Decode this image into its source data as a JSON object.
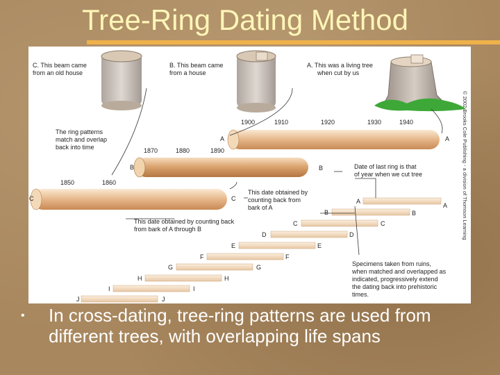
{
  "slide": {
    "title": "Tree-Ring Dating Method",
    "bullet": "In cross-dating, tree-ring patterns are used from different trees, with overlapping life spans"
  },
  "colors": {
    "title_text": "#fff6b8",
    "title_rule": "#efb24a",
    "log_light": "#f3d9b8",
    "log_dark": "#c98a55",
    "grass": "#3da838"
  },
  "figure": {
    "captions": {
      "c_line1": "C. This beam came",
      "c_line2": "from an old house",
      "b_line1": "B. This beam came",
      "b_line2": "from a house",
      "a_line1": "A. This was a living tree",
      "a_line2": "when cut by us",
      "match_line1": "The ring patterns",
      "match_line2": "match and overlap",
      "match_line3": "back into time",
      "last_ring_line1": "Date of last ring is that",
      "last_ring_line2": "of year when we cut tree",
      "count_a_line1": "This date obtained by",
      "count_a_line2": "counting back from",
      "count_a_line3": "bark of A",
      "count_ab_line1": "This date obtained by counting back",
      "count_ab_line2": "from bark of A through B",
      "specimens_line1": "Specimens taken from ruins,",
      "specimens_line2": "when matched and overlapped as",
      "specimens_line3": "indicated, progressively extend",
      "specimens_line4": "the dating back into prehistoric",
      "specimens_line5": "times.",
      "copyright": "© 2002 Brooks Cole Publishing - a division of Thomson Learning"
    },
    "years": {
      "a": [
        "1900",
        "1910",
        "1920",
        "1930",
        "1940"
      ],
      "b": [
        "1870",
        "1880",
        "1890"
      ],
      "c": [
        "1850",
        "1860"
      ]
    },
    "labels": {
      "A": "A",
      "B": "B",
      "C": "C",
      "D": "D",
      "E": "E",
      "F": "F",
      "G": "G",
      "H": "H",
      "I": "I",
      "J": "J"
    }
  }
}
